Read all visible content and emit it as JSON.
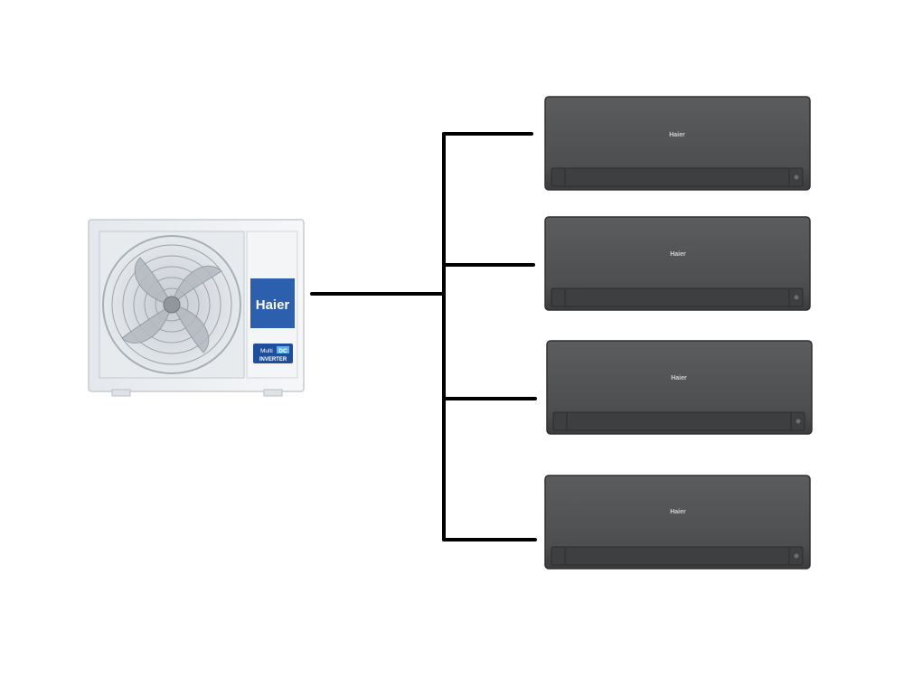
{
  "outdoor_unit": {
    "brand": "Haier",
    "badge_line1_a": "Multi",
    "badge_line1_b": "DC",
    "badge_line2": "INVERTER"
  },
  "indoor_units": [
    {
      "brand": "Haier"
    },
    {
      "brand": "Haier"
    },
    {
      "brand": "Haier"
    },
    {
      "brand": "Haier"
    }
  ],
  "colors": {
    "outdoor_body": "#eef1f4",
    "outdoor_fan_bg": "#d7dbe0",
    "haier_panel": "#2c5fae",
    "indoor_body": "#505254",
    "indoor_edge": "#2e3032",
    "pipe": "#000000"
  }
}
